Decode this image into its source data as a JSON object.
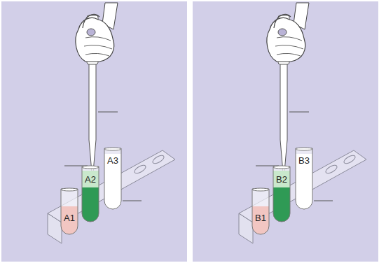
{
  "diagram": {
    "nodes": [
      {
        "text": [
          "A1"
        ]
      },
      {
        "text": [
          "A2"
        ]
      },
      {
        "text": [
          "A3"
        ]
      },
      {
        "text": [
          "B1"
        ]
      },
      {
        "text": [
          "B2"
        ]
      },
      {
        "text": [
          "B3"
        ]
      }
    ]
  }
}
